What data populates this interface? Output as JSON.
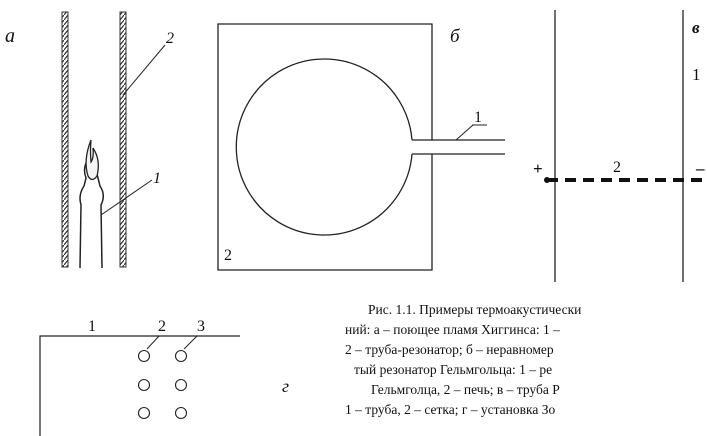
{
  "panel_a": {
    "letter": "а",
    "label_tube": "2",
    "label_burner": "1"
  },
  "panel_b": {
    "letter": "б",
    "label_neck": "1",
    "label_oven": "2"
  },
  "panel_v": {
    "letter": "в",
    "label_tube": "1",
    "label_mesh": "2",
    "plus": "+",
    "minus": "–"
  },
  "panel_g": {
    "letter": "г",
    "label_1": "1",
    "label_2": "2",
    "label_3": "3"
  },
  "caption": {
    "line1": "Рис. 1.1. Примеры термоакустически",
    "line2": "ний: а – поющее пламя Хиггинса: 1 –",
    "line3": "2 – труба-резонатор; б – неравномер",
    "line4": "тый резонатор Гельмгольца: 1 – ре",
    "line5": "Гельмголца, 2 – печь; в – труба Р",
    "line6": "1 – труба, 2 – сетка; г – установка Зо"
  }
}
